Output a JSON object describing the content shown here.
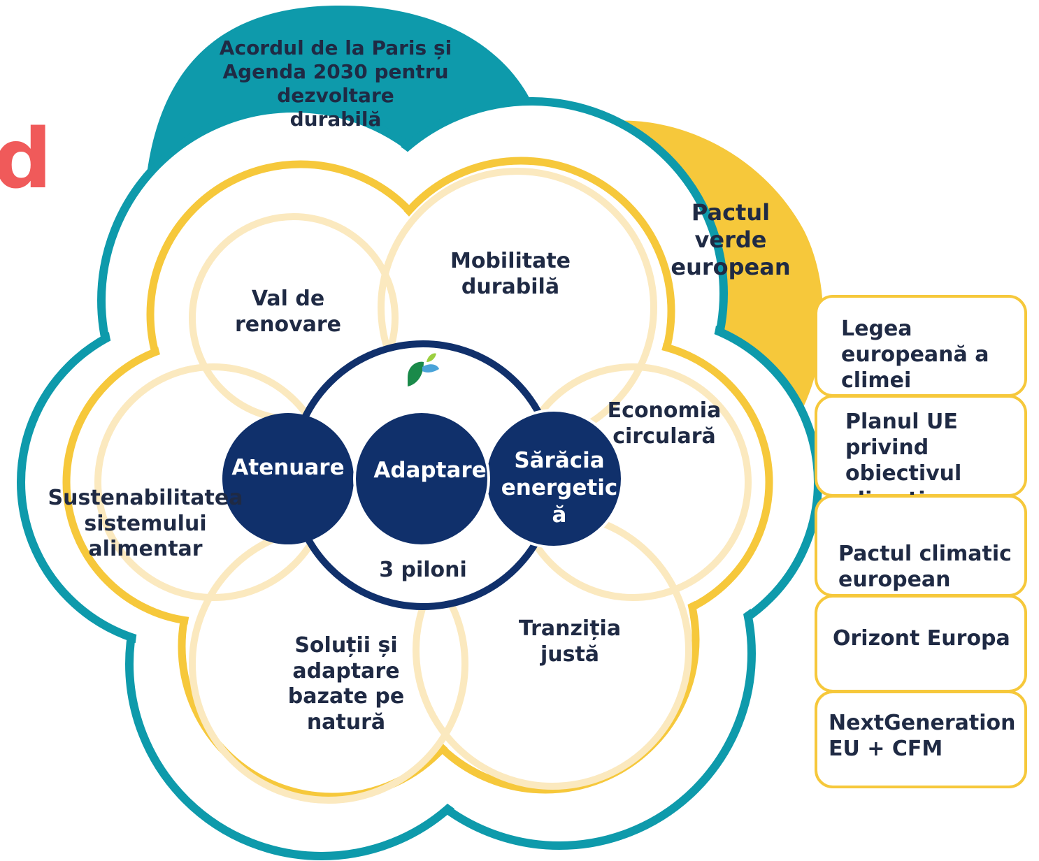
{
  "outer": {
    "top_label": "Acordul de la Paris și\nAgenda 2030 pentru dezvoltare\ndurabilă",
    "pact_label": "Pactul\nverde\neuropean"
  },
  "partial_letter": "d",
  "petals": {
    "renovation": "Val de\nrenovare",
    "mobility": "Mobilitate\ndurabilă",
    "circular": "Economia\ncirculară",
    "transition": "Tranziția\njustă",
    "nature": "Soluții și\nadaptare\nbazate pe\nnatură",
    "food": "Sustenabilitatea\nsistemului\nalimentar"
  },
  "core": {
    "mitigation": "Atenuare",
    "adaptation": "Adaptare",
    "poverty": "Sărăcia\nenergetic\nă",
    "pillars": "3 piloni"
  },
  "side_list": [
    "Legea\neuropeană a\nclimei",
    "Planul UE\nprivind\nobiectivul\nclimatic",
    "Pactul climatic\neuropean",
    "Orizont Europa",
    "NextGeneration\nEU + CFM"
  ],
  "colors": {
    "teal": "#0e9aab",
    "yellow": "#f6c83b",
    "navy": "#10306b",
    "cream": "#fbe9bf",
    "text": "#1f2a44",
    "accent_red": "#f05a5a"
  },
  "icons": [
    "leaf-logo-icon"
  ]
}
